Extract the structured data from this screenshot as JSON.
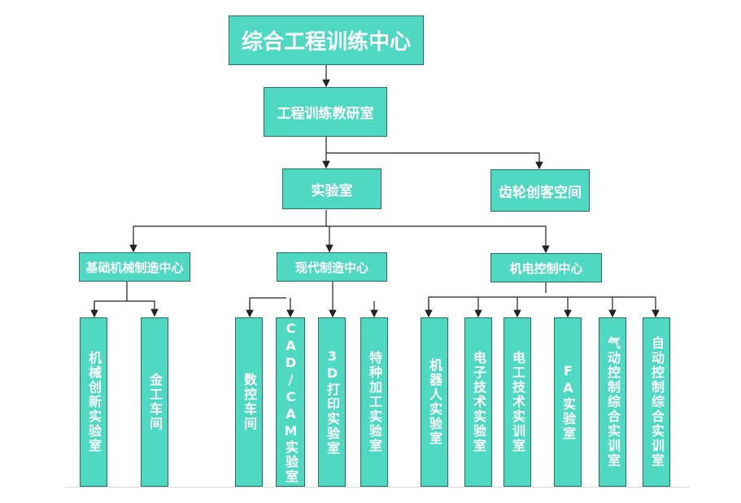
{
  "colors": {
    "node_fill": "#4fd9c3",
    "node_border": "#2a6e64",
    "text": "#ffffff",
    "line": "#222222"
  },
  "root": {
    "label": "综合工程训练中心"
  },
  "level1": {
    "label": "工程训练教研室"
  },
  "level2": {
    "lab": "实验室",
    "gear_space": "齿轮创客空间"
  },
  "level3": {
    "basic": "基础机械制造中心",
    "modern": "现代制造中心",
    "mechatronic": "机电控制中心"
  },
  "basic_children": [
    "机械创新实验室",
    "金工车间"
  ],
  "modern_children": [
    "数控车间",
    "CAD/CAM实验室",
    "3D打印实验室",
    "特种加工实验室"
  ],
  "mechatronic_children": [
    "机器人实验室",
    "电子技术实验室",
    "电工技术实训室",
    "FA实验室",
    "气动控制综合实训室",
    "自动控制综合实训室"
  ]
}
